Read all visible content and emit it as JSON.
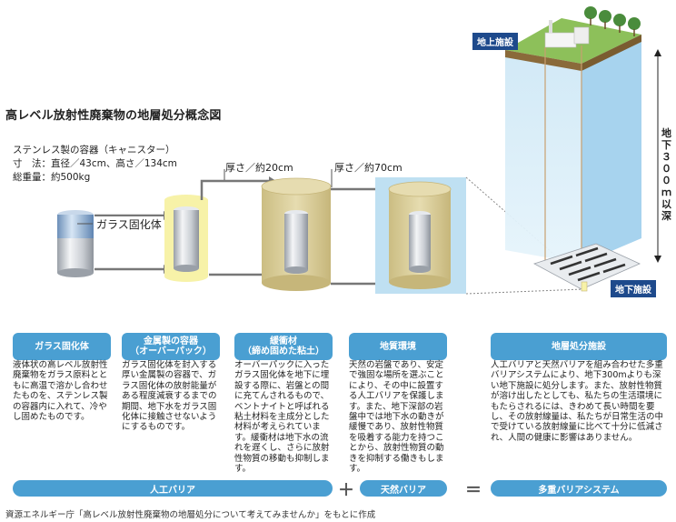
{
  "title": "高レベル放射性廃棄物の地層処分概念図",
  "spec": {
    "container": "ステンレス製の容器（キャニスター）",
    "size_label": "寸　法：",
    "size_value": "直径／43cm、高さ／134cm",
    "weight_label": "総重量：",
    "weight_value": "約500kg"
  },
  "glass_label": "ガラス固化体",
  "thickness_buffer": "厚さ／約20cm",
  "thickness_layer": "厚さ／約70cm",
  "surface_facility": "地上施設",
  "underground_facility": "地下施設",
  "depth_label": "地下３００ｍ以深",
  "categories": [
    {
      "title": "ガラス固化体",
      "desc": "液体状の高レベル放射性廃棄物をガラス原料とともに高温で溶かし合わせたものを、ステンレス製の容器内に入れて、冷やし固めたものです。"
    },
    {
      "title": "金属製の容器\n（オーバーパック）",
      "desc": "ガラス固化体を封入する厚い金属製の容器で、ガラス固化体の放射能量がある程度減衰するまでの期間、地下水をガラス固化体に接触させないようにするものです。"
    },
    {
      "title": "緩衝材\n（締め固めた粘土）",
      "desc": "オーバーパックに入ったガラス固化体を地下に埋設する際に、岩盤との間に充てんされるもので、ベントナイトと呼ばれる粘土材料を主成分とした材料が考えられています。緩衝材は地下水の流れを遅くし、さらに放射性物質の移動も抑制します。"
    },
    {
      "title": "地質環境",
      "desc": "天然の岩盤であり、安定で強固な場所を選ぶことにより、その中に設置する人工バリアを保護します。また、地下深部の岩盤中では地下水の動きが緩慢であり、放射性物質を吸着する能力を持つことから、放射性物質の動きを抑制する働きもします。"
    },
    {
      "title": "地層処分施設",
      "desc": "人工バリアと天然バリアを組み合わせた多重バリアシステムにより、地下300mよりも深い地下施設に処分します。また、放射性物質が溶け出したとしても、私たちの生活環境にもたらされるには、きわめて長い時間を要し、その放射線量は、私たちが日常生活の中で受けている放射線量に比べて十分に低減され、人間の健康に影響はありません。"
    }
  ],
  "bottom": {
    "artificial": "人工バリア",
    "plus": "＋",
    "natural": "天然バリア",
    "equals": "＝",
    "multi": "多重バリアシステム"
  },
  "source": "資源エネルギー庁「高レベル放射性廃棄物の地層処分について考えてみませんか」をもとに作成",
  "colors": {
    "accent": "#4a9fd2",
    "tag": "#1e4a8c",
    "clay": "#d8cc9a",
    "rock": "#bfe0f2",
    "yellow": "#f7f2a8"
  }
}
